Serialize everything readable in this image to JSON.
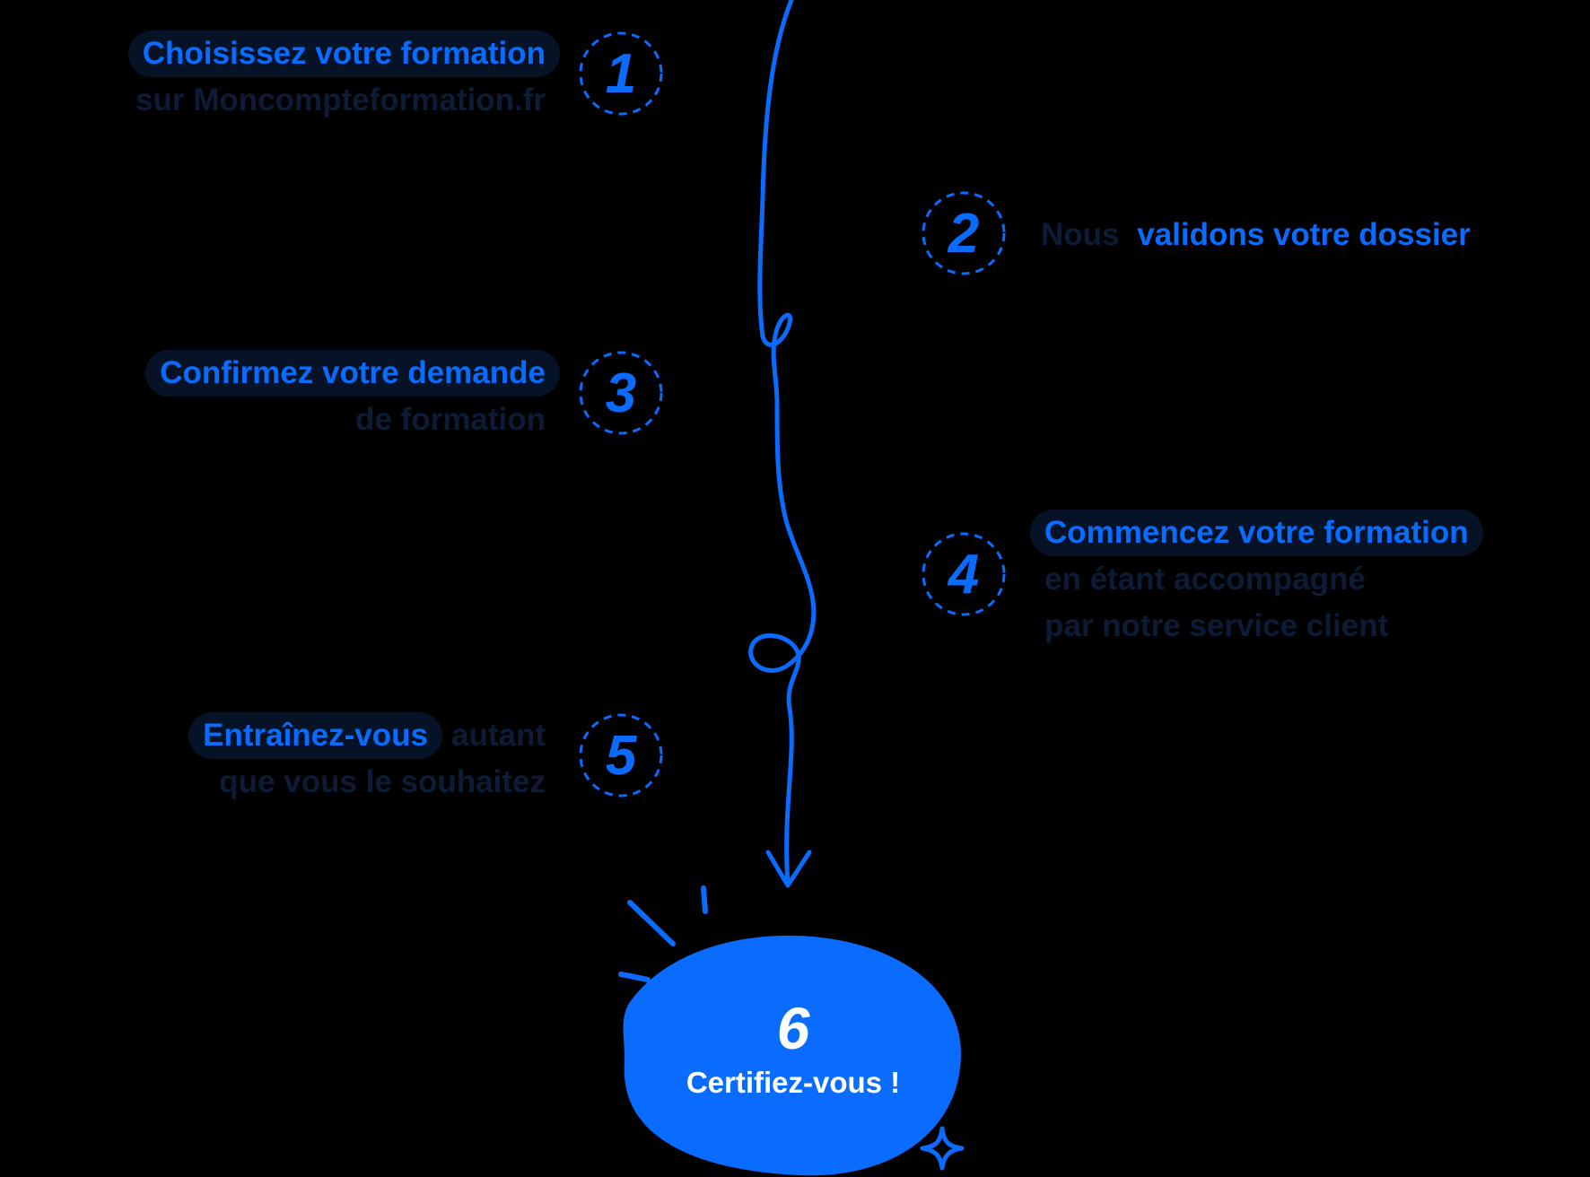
{
  "colors": {
    "background": "#000000",
    "accent": "#0a6cff",
    "highlight_bg": "#061327",
    "dim_text": "#0d1c36",
    "final_text": "#ffffff"
  },
  "steps": [
    {
      "number": "1",
      "highlight": "Choisissez votre formation",
      "rest": "sur Moncompteformation.fr"
    },
    {
      "number": "2",
      "prefix": "Nous",
      "highlight": "validons votre dossier"
    },
    {
      "number": "3",
      "highlight": "Confirmez votre demande",
      "rest": "de formation"
    },
    {
      "number": "4",
      "highlight": "Commencez votre formation",
      "rest_line1": "en étant accompagné",
      "rest_line2": "par notre service client"
    },
    {
      "number": "5",
      "highlight": "Entraînez-vous",
      "inline_rest": "autant",
      "rest": "que vous le souhaitez"
    }
  ],
  "final": {
    "number": "6",
    "label": "Certifiez-vous !"
  },
  "icons": {
    "arrow": "curly-arrow-icon",
    "sparkle": "sparkle-icon",
    "burst": "burst-lines-icon"
  }
}
